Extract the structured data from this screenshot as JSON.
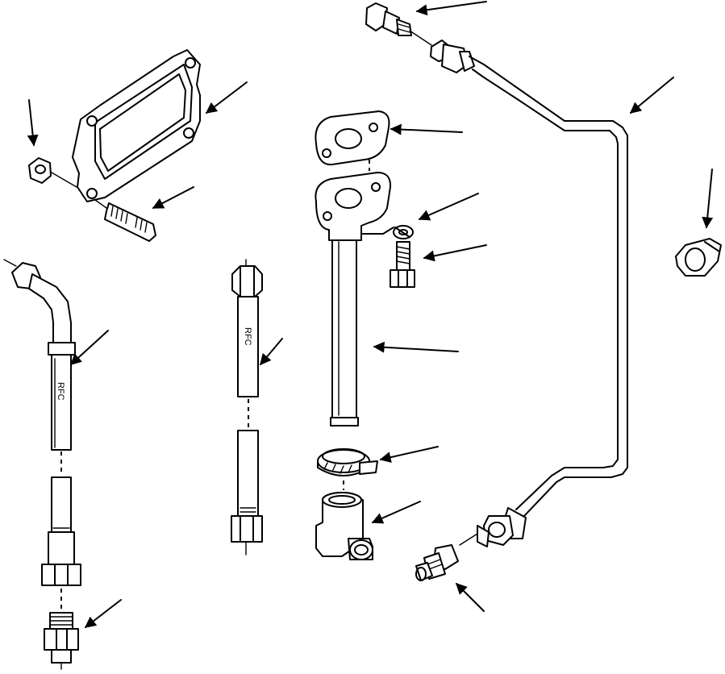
{
  "diagram": {
    "palette": {
      "line": "#000000",
      "paper": "#ffffff"
    },
    "parts": [
      {
        "id": "turbo-gasket",
        "icon": "gasket-icon"
      },
      {
        "id": "hex-nut",
        "icon": "nut-icon"
      },
      {
        "id": "stud",
        "icon": "stud-icon"
      },
      {
        "id": "oil-inlet-hose",
        "icon": "hose-icon"
      },
      {
        "id": "hose-fitting-left",
        "icon": "fitting-icon"
      },
      {
        "id": "hose-middle",
        "icon": "hose-icon"
      },
      {
        "id": "flange-gasket",
        "icon": "gasket-icon"
      },
      {
        "id": "drain-tube",
        "icon": "tube-icon"
      },
      {
        "id": "lock-washer",
        "icon": "washer-icon"
      },
      {
        "id": "bolt",
        "icon": "bolt-icon"
      },
      {
        "id": "hose-clamp",
        "icon": "clamp-icon"
      },
      {
        "id": "elbow-fitting",
        "icon": "elbow-icon"
      },
      {
        "id": "connector-top",
        "icon": "fitting-icon"
      },
      {
        "id": "oil-tube",
        "icon": "tube-icon"
      },
      {
        "id": "tube-clip",
        "icon": "clip-icon"
      },
      {
        "id": "connector-bottom",
        "icon": "fitting-icon"
      }
    ]
  }
}
